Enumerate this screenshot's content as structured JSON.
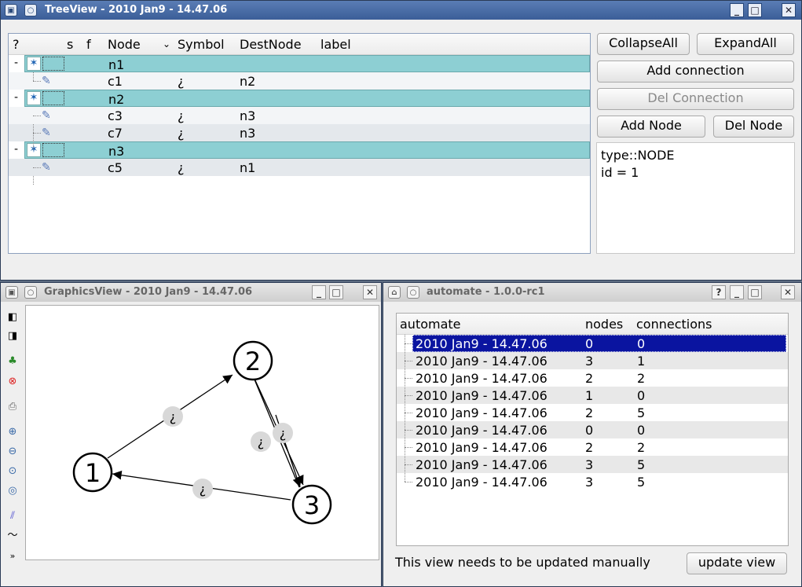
{
  "treeview": {
    "title": "TreeView - 2010 Jan9 - 14.47.06",
    "columns": [
      "?",
      "s",
      "f",
      "Node",
      "Symbol",
      "DestNode",
      "label"
    ],
    "rows": [
      {
        "kind": "node",
        "node": "n1",
        "symbol": "",
        "dest": ""
      },
      {
        "kind": "conn",
        "node": "c1",
        "symbol": "¿",
        "dest": "n2"
      },
      {
        "kind": "node",
        "node": "n2",
        "symbol": "",
        "dest": ""
      },
      {
        "kind": "conn",
        "node": "c3",
        "symbol": "¿",
        "dest": "n3"
      },
      {
        "kind": "conn",
        "node": "c7",
        "symbol": "¿",
        "dest": "n3"
      },
      {
        "kind": "node",
        "node": "n3",
        "symbol": "",
        "dest": ""
      },
      {
        "kind": "conn",
        "node": "c5",
        "symbol": "¿",
        "dest": "n1"
      }
    ],
    "expanders": [
      "-",
      "-",
      "-"
    ],
    "buttons": {
      "collapse_all": "CollapseAll",
      "expand_all": "ExpandAll",
      "add_connection": "Add connection",
      "del_connection": "Del Connection",
      "add_node": "Add Node",
      "del_node": "Del Node"
    },
    "info_lines": [
      "type::NODE",
      "id = 1"
    ]
  },
  "graphicsview": {
    "title": "GraphicsView - 2010 Jan9 - 14.47.06",
    "nodes": [
      {
        "label": "1"
      },
      {
        "label": "2"
      },
      {
        "label": "3"
      }
    ],
    "edge_symbol": "¿"
  },
  "automate": {
    "title": "automate - 1.0.0-rc1",
    "columns": [
      "automate",
      "nodes",
      "connections"
    ],
    "rows": [
      {
        "name": "2010 Jan9 - 14.47.06",
        "nodes": "0",
        "connections": "0",
        "selected": true
      },
      {
        "name": "2010 Jan9 - 14.47.06",
        "nodes": "3",
        "connections": "1",
        "selected": false
      },
      {
        "name": "2010 Jan9 - 14.47.06",
        "nodes": "2",
        "connections": "2",
        "selected": false
      },
      {
        "name": "2010 Jan9 - 14.47.06",
        "nodes": "1",
        "connections": "0",
        "selected": false
      },
      {
        "name": "2010 Jan9 - 14.47.06",
        "nodes": "2",
        "connections": "5",
        "selected": false
      },
      {
        "name": "2010 Jan9 - 14.47.06",
        "nodes": "0",
        "connections": "0",
        "selected": false
      },
      {
        "name": "2010 Jan9 - 14.47.06",
        "nodes": "2",
        "connections": "2",
        "selected": false
      },
      {
        "name": "2010 Jan9 - 14.47.06",
        "nodes": "3",
        "connections": "5",
        "selected": false
      },
      {
        "name": "2010 Jan9 - 14.47.06",
        "nodes": "3",
        "connections": "5",
        "selected": false
      }
    ],
    "status_text": "This view needs to be updated manually",
    "update_button": "update view"
  },
  "window_controls": {
    "help": "?",
    "minimize": "_",
    "maximize": "□",
    "close": "✕"
  },
  "colors": {
    "node_row": "#8dcfd3",
    "selected_row": "#0a14a0",
    "titlebar_active": "#3b5e98"
  }
}
